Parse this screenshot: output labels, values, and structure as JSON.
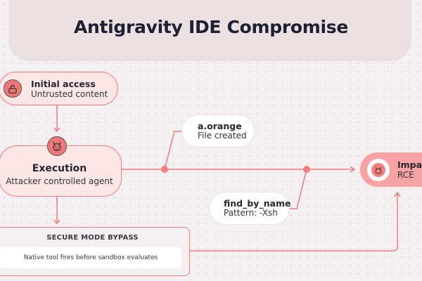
{
  "title": "Antigravity IDE Compromise",
  "nodes": {
    "initial": {
      "title": "Initial access",
      "subtitle": "Untrusted content",
      "icon": "unlock-icon"
    },
    "execution": {
      "title": "Execution",
      "subtitle": "Attacker controlled agent",
      "icon": "devil-icon"
    },
    "file": {
      "title": "a.orange",
      "subtitle": "File created"
    },
    "find": {
      "title": "find_by_name",
      "subtitle": "Pattern: -Xsh"
    },
    "impact": {
      "title": "Impact",
      "subtitle": "RCE",
      "icon": "devil-icon"
    },
    "bypass": {
      "title": "SECURE MODE BYPASS",
      "detail": "Native tool fires before sandbox evaluates"
    }
  },
  "colors": {
    "accent": "#f07b7d",
    "node_fill": "#fde6e6",
    "impact_fill": "#f7a3a4",
    "banner": "#ebe0e2"
  }
}
